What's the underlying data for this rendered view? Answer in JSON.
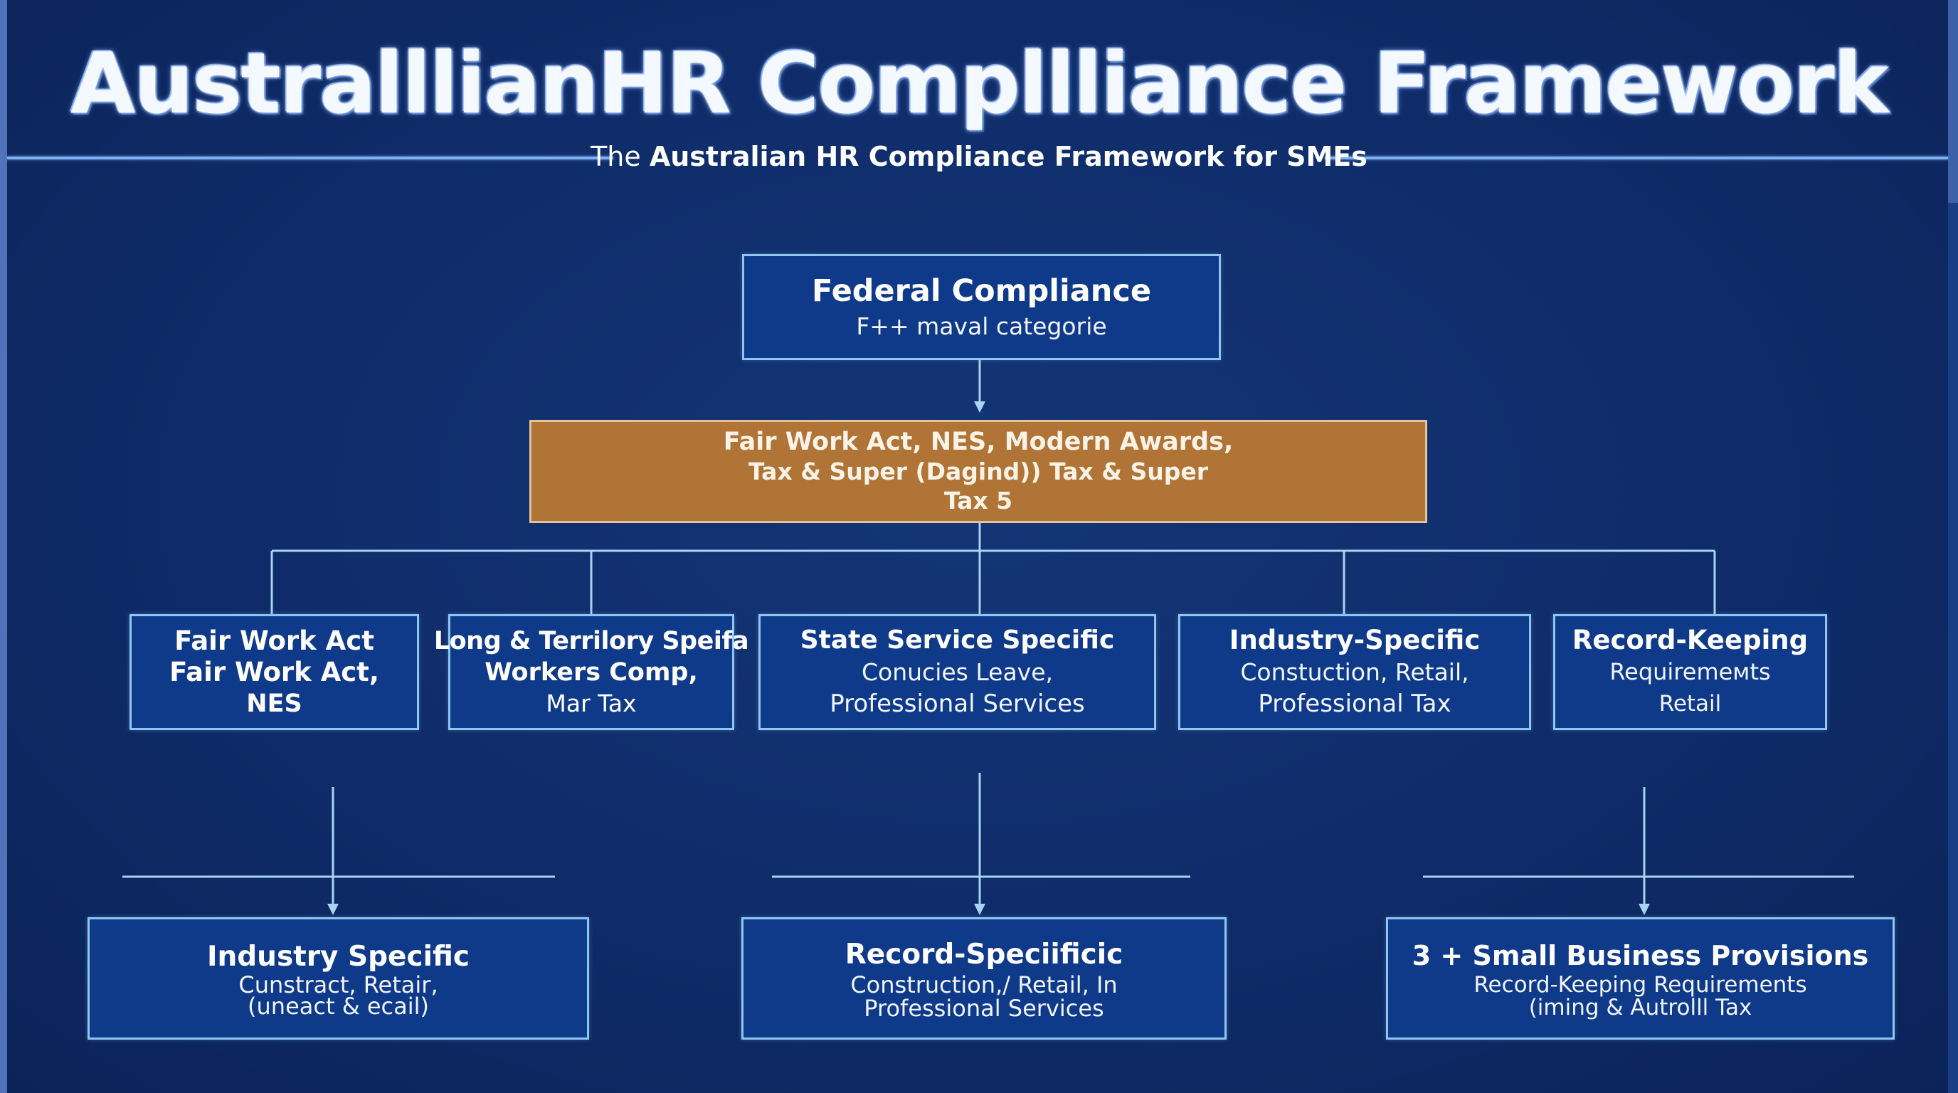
{
  "header": {
    "title": "AustralllianHR Compllliance Framework",
    "subtitle_lead": "The ",
    "subtitle_rest": "Australian HR Compliance Framework for SMEs"
  },
  "federal": {
    "title": "Federal Compliance",
    "line": "F++ maval categorie"
  },
  "core": {
    "lines": [
      "Fair Work Act, NES, Modern Awards,",
      "Tax & Super (Dagind)) Tax & Super",
      "Tax 5"
    ]
  },
  "mid_boxes": [
    {
      "lines": [
        "Fair Work Act",
        "Fair  Work Act,",
        "NES"
      ]
    },
    {
      "lines": [
        "Long & Terrilory Speifa",
        "Workers Comp,",
        "Mar Tax"
      ]
    },
    {
      "lines": [
        "State Service Specific",
        "Conucies Leave,",
        "Professional Services"
      ]
    },
    {
      "lines": [
        "Industry-Specific",
        "Constuction, Retail,",
        "Professional Tax"
      ]
    },
    {
      "lines": [
        "Record-Keeping",
        "Requiremeмts",
        "Retail"
      ]
    }
  ],
  "bottom_boxes": [
    {
      "title": "Industry Specific",
      "lines": [
        "Cunstract, Retair,",
        "(uneact & ecail)"
      ]
    },
    {
      "title": "Record-Speciificic",
      "lines": [
        "Construction,/ Retail, In",
        "Professional Services"
      ]
    },
    {
      "title": "3 + Small Business Provisions",
      "lines": [
        "Record-Keeping Requirements",
        "(iming & Autrolll Tax"
      ]
    }
  ]
}
